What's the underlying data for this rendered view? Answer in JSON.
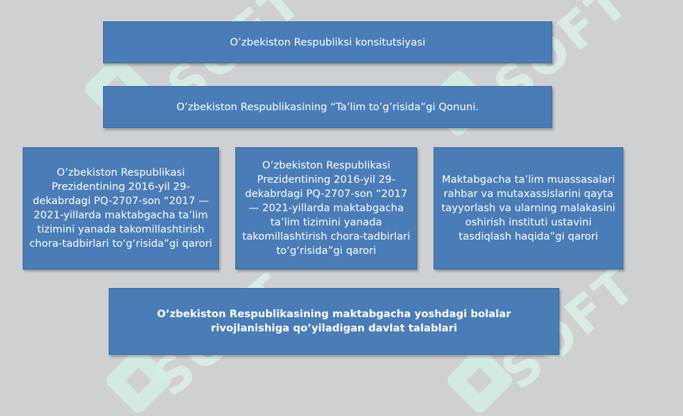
{
  "watermark": {
    "text": "SOFT"
  },
  "boxes": {
    "constitution": "O’zbekiston Respubliksi konsitutsiyasi",
    "education_law": "O’zbekiston Respublikasining “Ta’lim to’g’risida”gi Qonuni.",
    "decree_left": "O’zbekiston Respublikasi Prezidentining 2016-yil 29-dekabrdagi PQ-2707-son “2017 — 2021-yillarda maktabgacha ta’lim tizimini yanada takomillashtirish chora-tadbirlari to‘g‘risida”gi qarori",
    "decree_middle": "O’zbekiston Respublikasi Prezidentining 2016-yil 29-dekabrdagi PQ-2707-son “2017 — 2021-yillarda maktabgacha ta’lim tizimini yanada takomillashtirish chora-tadbirlari to‘g‘risida”gi qarori",
    "institute_decision": "Maktabgacha ta’lim muassasalari rahbar va mutaxassislarini qayta tayyorlash va ularning malakasini oshirish instituti ustavini tasdiqlash haqida”gi qarori",
    "state_requirements": "O’zbekiston Respublikasining maktabgacha yoshdagi bolalar rivojlanishiga qo’yiladigan  davlat talablari"
  }
}
